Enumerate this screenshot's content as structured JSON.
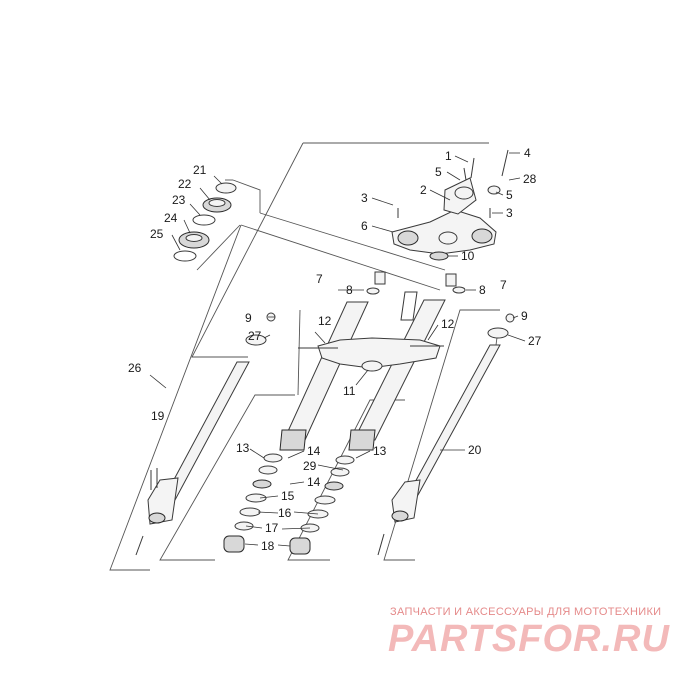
{
  "callouts": [
    {
      "id": "c1",
      "text": "1"
    },
    {
      "id": "c2",
      "text": "2"
    },
    {
      "id": "c3a",
      "text": "3"
    },
    {
      "id": "c3b",
      "text": "3"
    },
    {
      "id": "c4",
      "text": "4"
    },
    {
      "id": "c5a",
      "text": "5"
    },
    {
      "id": "c5b",
      "text": "5"
    },
    {
      "id": "c6",
      "text": "6"
    },
    {
      "id": "c7a",
      "text": "7"
    },
    {
      "id": "c7b",
      "text": "7"
    },
    {
      "id": "c8a",
      "text": "8"
    },
    {
      "id": "c8b",
      "text": "8"
    },
    {
      "id": "c9a",
      "text": "9"
    },
    {
      "id": "c9b",
      "text": "9"
    },
    {
      "id": "c10",
      "text": "10"
    },
    {
      "id": "c11",
      "text": "11"
    },
    {
      "id": "c12a",
      "text": "12"
    },
    {
      "id": "c12b",
      "text": "12"
    },
    {
      "id": "c13a",
      "text": "13"
    },
    {
      "id": "c13b",
      "text": "13"
    },
    {
      "id": "c14a",
      "text": "14"
    },
    {
      "id": "c14b",
      "text": "14"
    },
    {
      "id": "c15",
      "text": "15"
    },
    {
      "id": "c16",
      "text": "16"
    },
    {
      "id": "c17",
      "text": "17"
    },
    {
      "id": "c18",
      "text": "18"
    },
    {
      "id": "c19",
      "text": "19"
    },
    {
      "id": "c20",
      "text": "20"
    },
    {
      "id": "c21",
      "text": "21"
    },
    {
      "id": "c22",
      "text": "22"
    },
    {
      "id": "c23",
      "text": "23"
    },
    {
      "id": "c24",
      "text": "24"
    },
    {
      "id": "c25",
      "text": "25"
    },
    {
      "id": "c26",
      "text": "26"
    },
    {
      "id": "c27a",
      "text": "27"
    },
    {
      "id": "c27b",
      "text": "27"
    },
    {
      "id": "c28",
      "text": "28"
    },
    {
      "id": "c29",
      "text": "29"
    }
  ],
  "watermark": {
    "caption": "ЗАПЧАСТИ И АКСЕССУАРЫ ДЛЯ МОТОТЕХНИКИ",
    "logo_left": "PARTS",
    "logo_right": "FOR.RU",
    "caption_color": "#e58a8a",
    "logo_color": "#f3b9b9"
  }
}
